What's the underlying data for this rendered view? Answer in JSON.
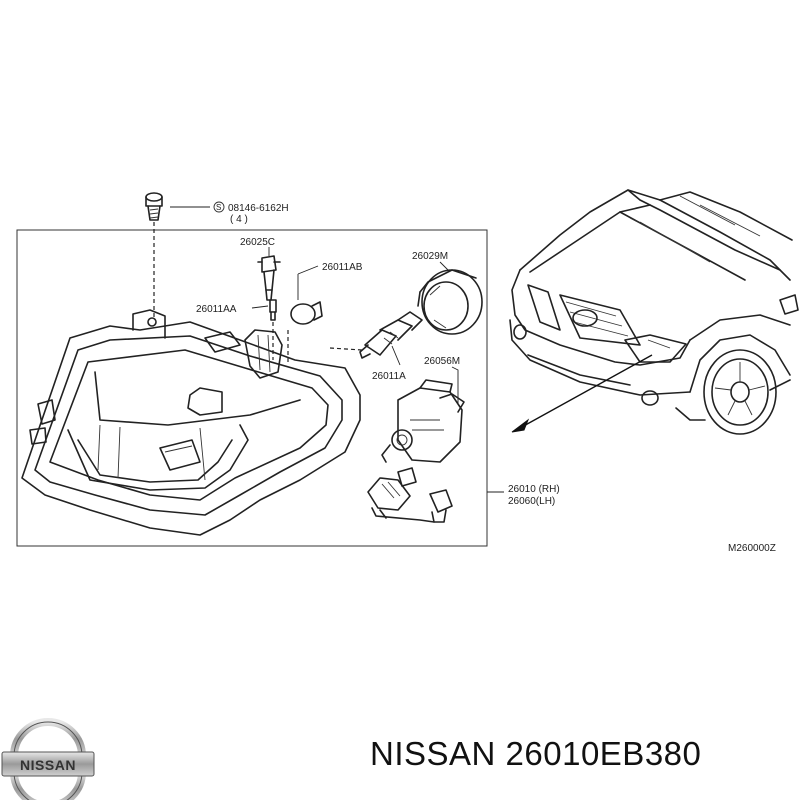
{
  "callouts": {
    "bolt": "08146-6162H",
    "bolt_qty": "( 4 )",
    "socket": "26025C",
    "bulb_small": "26011AB",
    "bulb_aa": "26011AA",
    "cover": "26029M",
    "bulb_main": "26011A",
    "motor": "26056M",
    "assy_rh": "26010 (RH)",
    "assy_lh": "26060(LH)",
    "drawing_code": "M260000Z"
  },
  "footer": {
    "brand_text": "NISSAN 26010EB380",
    "logo_text": "NISSAN"
  }
}
